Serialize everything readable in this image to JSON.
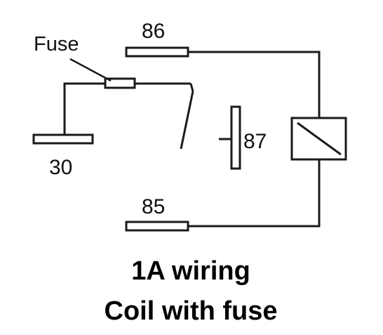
{
  "diagram": {
    "labels": {
      "fuse": "Fuse",
      "pin_86": "86",
      "pin_30": "30",
      "pin_87": "87",
      "pin_85": "85"
    },
    "caption": {
      "line1": "1A wiring",
      "line2": "Coil with fuse"
    },
    "colors": {
      "line": "#1a1a1a",
      "text": "#111111",
      "background": "#ffffff"
    }
  }
}
